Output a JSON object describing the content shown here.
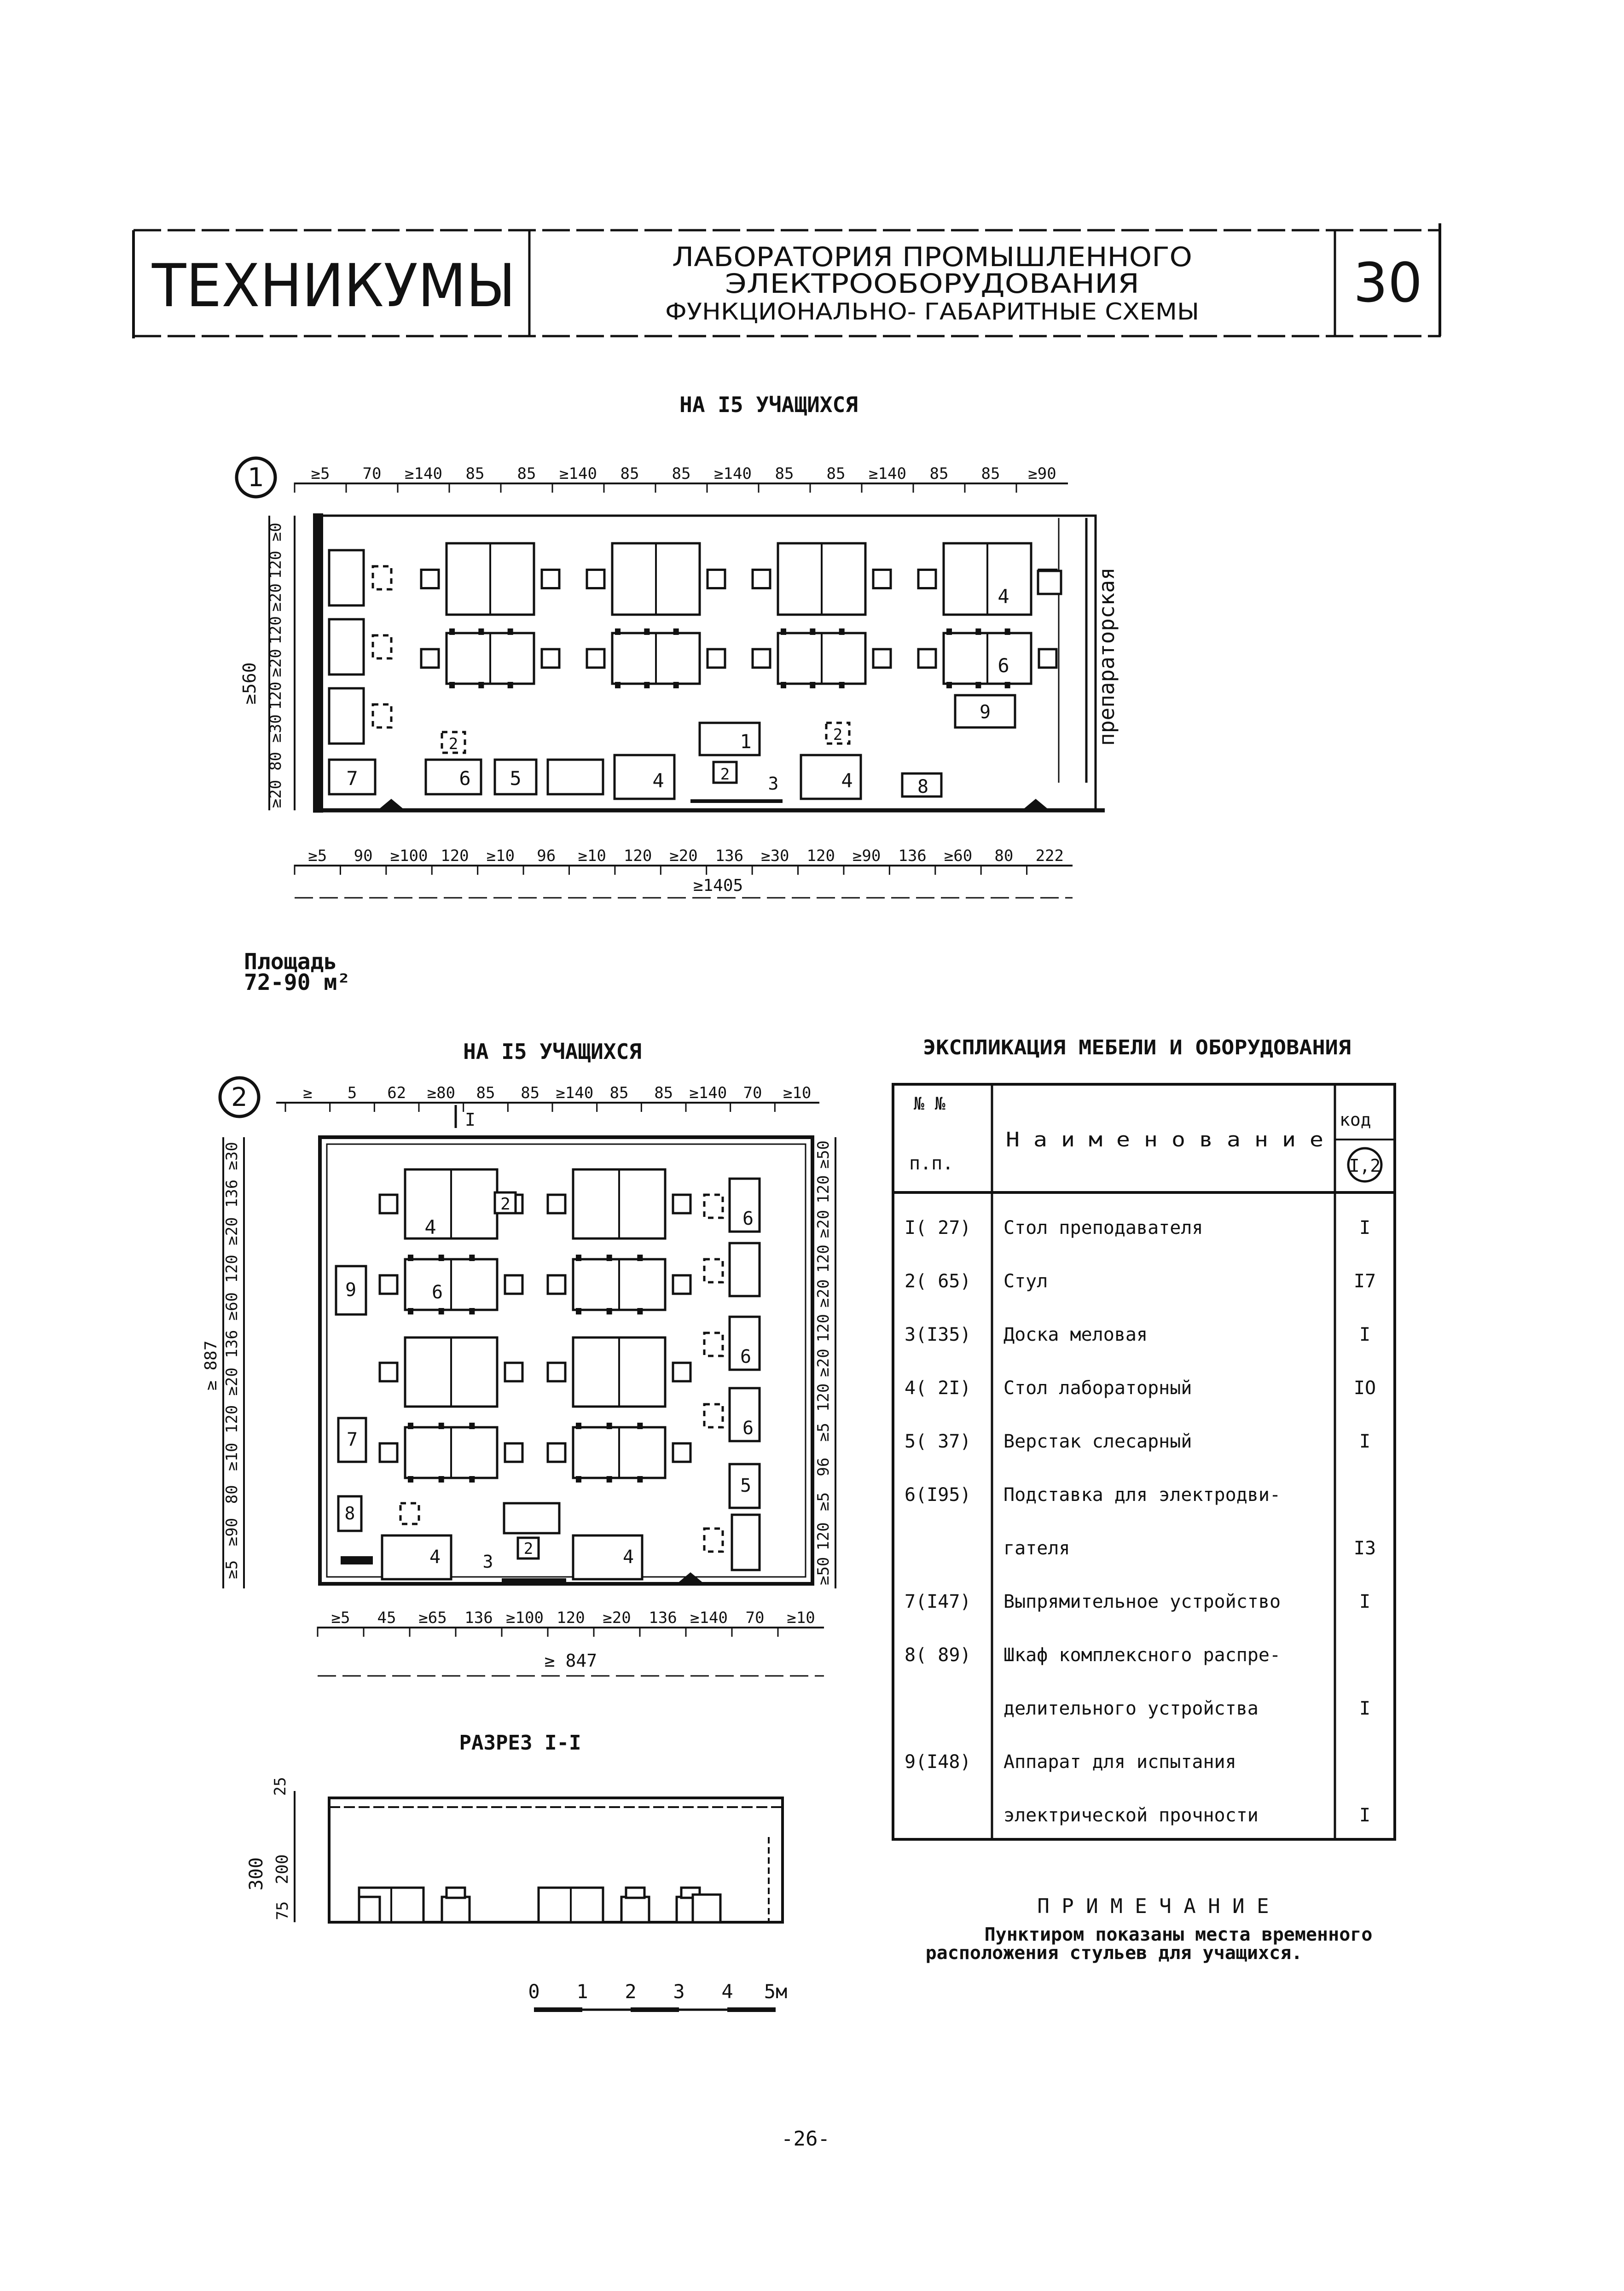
{
  "header": {
    "left_title": "ТЕХНИКУМЫ",
    "center_line1": "ЛАБОРАТОРИЯ ПРОМЫШЛЕННОГО",
    "center_line2": "ЭЛЕКТРООБОРУДОВАНИЯ",
    "center_line3": "ФУНКЦИОНАЛЬНО- ГАБАРИТНЫЕ СХЕМЫ",
    "sheet_number": "30"
  },
  "plan1": {
    "title": "НА I5 УЧАЩИХСЯ",
    "marker": "1",
    "top_dims": [
      "≥5",
      "70",
      "≥140",
      "85",
      "85",
      "≥140",
      "85",
      "85",
      "≥140",
      "85",
      "85",
      "≥140",
      "85",
      "85",
      "≥90"
    ],
    "bottom_dims": [
      "≥5",
      "90",
      "≥100",
      "120",
      "≥10",
      "96",
      "≥10",
      "120",
      "≥20",
      "136",
      "≥30",
      "120",
      "≥90",
      "136",
      "≥60",
      "80",
      "222"
    ],
    "total_width": "≥1405",
    "left_dims": [
      "≥0",
      "120",
      "≥20",
      "120",
      "≥20",
      "120",
      "≥30",
      "80",
      "≥20"
    ],
    "total_depth": "≥560",
    "room_label": "препараторская",
    "area_label": "Площадь",
    "area_value": "72-90 м²",
    "item_numbers": [
      "7",
      "6",
      "5",
      "4",
      "1",
      "2",
      "2",
      "2",
      "3",
      "4",
      "8",
      "4",
      "6",
      "9"
    ]
  },
  "plan2": {
    "title": "НА I5 УЧАЩИХСЯ",
    "marker": "2",
    "top_dims": [
      "≥",
      "5",
      "62",
      "≥80",
      "85",
      "85",
      "≥140",
      "85",
      "85",
      "≥140",
      "70",
      "≥10"
    ],
    "bottom_dims": [
      "≥5",
      "45",
      "≥65",
      "136",
      "≥100",
      "120",
      "≥20",
      "136",
      "≥140",
      "70",
      "≥10"
    ],
    "total_width": "≥ 847",
    "left_dims": [
      "≥30",
      "136",
      "≥20",
      "120",
      "≥60",
      "136",
      "≥20",
      "120",
      "≥10",
      "80",
      "≥90",
      "≥5"
    ],
    "total_depth": "≥ 887",
    "right_dims": [
      "≥50",
      "120",
      "≥20",
      "120",
      "≥20",
      "120",
      "≥20",
      "120",
      "≥5",
      "96",
      "≥5",
      "120",
      "≥50"
    ],
    "section_mark": "I",
    "item_numbers": [
      "4",
      "2",
      "6",
      "9",
      "6",
      "6",
      "7",
      "8",
      "4",
      "3",
      "2",
      "4",
      "6",
      "5",
      "6"
    ]
  },
  "section": {
    "title": "РАЗРЕЗ I-I",
    "dims": [
      "25",
      "300",
      "200",
      "75"
    ],
    "scale_labels": [
      "0",
      "1",
      "2",
      "3",
      "4",
      "5м"
    ]
  },
  "explication": {
    "title": "ЭКСПЛИКАЦИЯ МЕБЕЛИ И ОБОРУДОВАНИЯ",
    "col_num_line1": "№ №",
    "col_num_line2": "п.п.",
    "col_name": "Н а и м е н о в а н и е",
    "col_code": "код",
    "col_code_badge": "I,2",
    "rows": [
      {
        "num": "I( 27)",
        "name": "Стол преподавателя",
        "code": "I"
      },
      {
        "num": "2( 65)",
        "name": "Стул",
        "code": "I7"
      },
      {
        "num": "3(I35)",
        "name": "Доска меловая",
        "code": "I"
      },
      {
        "num": "4( 2I)",
        "name": "Стол лабораторный",
        "code": "IO"
      },
      {
        "num": "5( 37)",
        "name": "Верстак слесарный",
        "code": "I"
      },
      {
        "num": "6(I95)",
        "name": "Подставка для электродви-",
        "code": ""
      },
      {
        "num": "",
        "name": "гателя",
        "code": "I3"
      },
      {
        "num": "7(I47)",
        "name": "Выпрямительное устройство",
        "code": "I"
      },
      {
        "num": "8( 89)",
        "name": "Шкаф комплексного распре-",
        "code": ""
      },
      {
        "num": "",
        "name": "делительного устройства",
        "code": "I"
      },
      {
        "num": "9(I48)",
        "name": "Аппарат для испытания",
        "code": ""
      },
      {
        "num": "",
        "name": "электрической прочности",
        "code": "I"
      }
    ]
  },
  "note": {
    "title": "П Р И М Е Ч А Н И Е",
    "line1": "Пунктиром показаны места временного",
    "line2": "расположения стульев для учащихся."
  },
  "page_number": "-26-"
}
